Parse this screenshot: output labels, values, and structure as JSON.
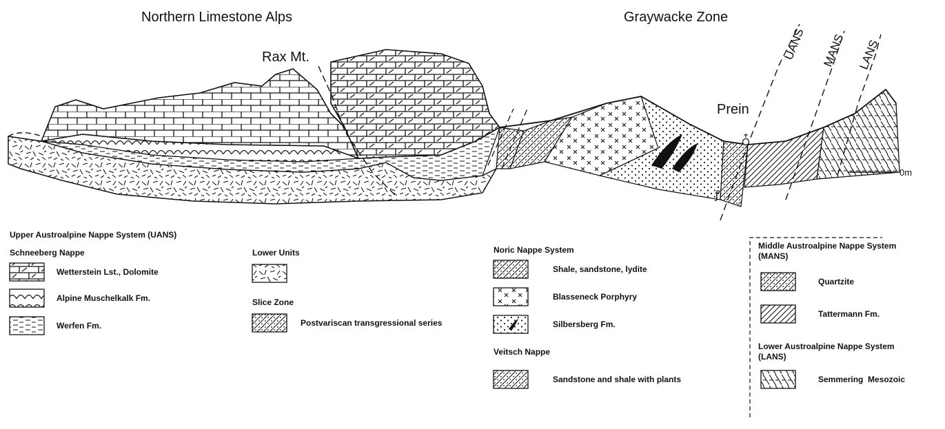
{
  "titles": {
    "left_region": "Northern Limestone Alps",
    "right_region": "Graywacke Zone"
  },
  "cross_section": {
    "places": [
      "Rax Mt.",
      "Prein"
    ],
    "nappe_boundaries": [
      "UANS",
      "MANS",
      "LANS"
    ],
    "scale_label": "0m"
  },
  "legend": {
    "uans": {
      "heading": "Upper Austroalpine Nappe System (UANS)",
      "schneeberg_heading": "Schneeberg Nappe",
      "items": [
        "Wetterstein Lst., Dolomite",
        "Alpine Muschelkalk Fm.",
        "Werfen Fm."
      ]
    },
    "lower_units": {
      "heading": "Lower Units"
    },
    "slice_zone": {
      "heading": "Slice Zone",
      "items": [
        "Postvariscan transgressional series"
      ]
    },
    "noric": {
      "heading": "Noric Nappe System",
      "items": [
        "Shale, sandstone, lydite",
        "Blasseneck Porphyry",
        "Silbersberg Fm."
      ]
    },
    "veitsch": {
      "heading": "Veitsch Nappe",
      "items": [
        "Sandstone and shale with plants"
      ]
    },
    "mans": {
      "heading_line1": "Middle Austroalpine Nappe System",
      "heading_line2": "(MANS)",
      "items": [
        "Quartzite",
        "Tattermann Fm."
      ]
    },
    "lans": {
      "heading_line1": "Lower Austroalpine Nappe System",
      "heading_line2": "(LANS)",
      "items": [
        "Semmering  Mesozoic"
      ]
    }
  }
}
